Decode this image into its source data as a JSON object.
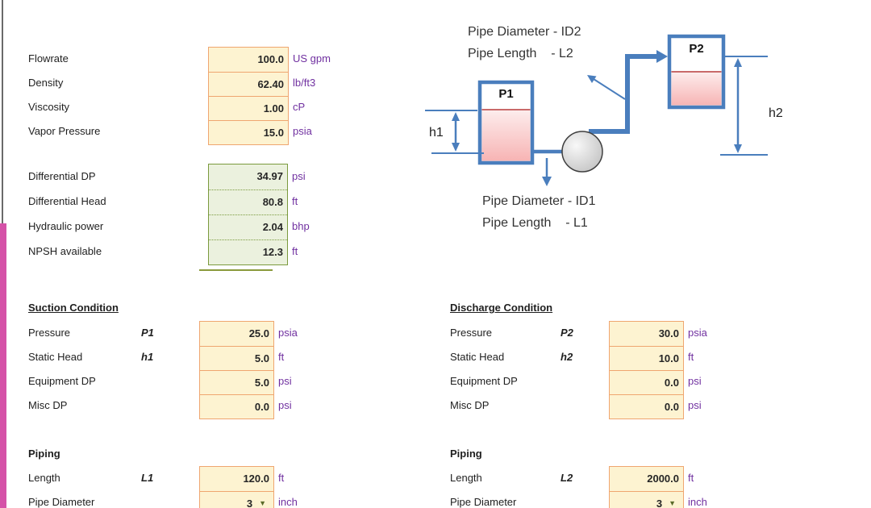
{
  "colors": {
    "accent_blue": "#4A7EBD",
    "input_fill": "#FDF3D1",
    "input_border": "#EFA670",
    "result_fill": "#EBF1DE",
    "result_border": "#7A9A3D",
    "unit_text": "#7030A0",
    "liquid_pink": "#F7B6B6",
    "edge_bar_pink": "#D552A8"
  },
  "icons": {
    "dropdown": "▼"
  },
  "fluid": {
    "rows": [
      {
        "label": "Flowrate",
        "value": "100.0",
        "unit": "US gpm"
      },
      {
        "label": "Density",
        "value": "62.40",
        "unit": "lb/ft3"
      },
      {
        "label": "Viscosity",
        "value": "1.00",
        "unit": "cP"
      },
      {
        "label": "Vapor Pressure",
        "value": "15.0",
        "unit": "psia"
      }
    ]
  },
  "results": {
    "rows": [
      {
        "label": "Differential DP",
        "value": "34.97",
        "unit": "psi"
      },
      {
        "label": "Differential Head",
        "value": "80.8",
        "unit": "ft"
      },
      {
        "label": "Hydraulic power",
        "value": "2.04",
        "unit": "bhp"
      },
      {
        "label": "NPSH available",
        "value": "12.3",
        "unit": "ft"
      }
    ]
  },
  "suction": {
    "title": "Suction Condition",
    "rows": [
      {
        "label": "Pressure",
        "symbol": "P1",
        "value": "25.0",
        "unit": "psia"
      },
      {
        "label": "Static Head",
        "symbol": "h1",
        "value": "5.0",
        "unit": "ft"
      },
      {
        "label": "Equipment DP",
        "symbol": "",
        "value": "5.0",
        "unit": "psi"
      },
      {
        "label": "Misc DP",
        "symbol": "",
        "value": "0.0",
        "unit": "psi"
      }
    ],
    "piping": {
      "title": "Piping",
      "rows": [
        {
          "label": "Length",
          "symbol": "L1",
          "value": "120.0",
          "unit": "ft"
        },
        {
          "label": "Pipe Diameter",
          "symbol": "",
          "value": "3",
          "unit": "inch"
        }
      ]
    }
  },
  "discharge": {
    "title": "Discharge Condition",
    "rows": [
      {
        "label": "Pressure",
        "symbol": "P2",
        "value": "30.0",
        "unit": "psia"
      },
      {
        "label": "Static Head",
        "symbol": "h2",
        "value": "10.0",
        "unit": "ft"
      },
      {
        "label": "Equipment DP",
        "symbol": "",
        "value": "0.0",
        "unit": "psi"
      },
      {
        "label": "Misc DP",
        "symbol": "",
        "value": "0.0",
        "unit": "psi"
      }
    ],
    "piping": {
      "title": "Piping",
      "rows": [
        {
          "label": "Length",
          "symbol": "L2",
          "value": "2000.0",
          "unit": "ft"
        },
        {
          "label": "Pipe Diameter",
          "symbol": "",
          "value": "3",
          "unit": "inch"
        }
      ]
    }
  },
  "diagram": {
    "tank1_label": "P1",
    "tank2_label": "P2",
    "dim1_label": "h1",
    "dim2_label": "h2",
    "top_annotation_line1": "Pipe Diameter - ID2",
    "top_annotation_line2": "Pipe Length    - L2",
    "bottom_annotation_line1": "Pipe Diameter - ID1",
    "bottom_annotation_line2": "Pipe Length    - L1"
  }
}
